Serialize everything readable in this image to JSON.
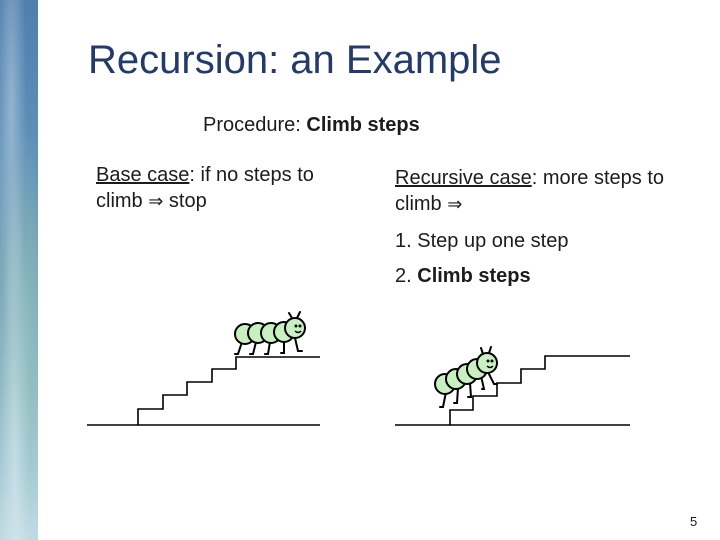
{
  "slide": {
    "title": "Recursion: an Example",
    "procedure": {
      "label": "Procedure: ",
      "name": "Climb steps"
    },
    "base_case": {
      "term": "Base case",
      "text": ": if no steps to climb ",
      "arrow": "⇒",
      "result": " stop"
    },
    "recursive_case": {
      "term": "Recursive case",
      "text": ": more steps to climb ",
      "arrow": "⇒",
      "steps": [
        {
          "number": "1. ",
          "text": "Step up one step"
        },
        {
          "number": "2. ",
          "text": "Climb steps"
        }
      ]
    },
    "page_number": "5"
  },
  "colors": {
    "title": "#243a69",
    "caterpillar_body": "#c8f0c0",
    "outline": "#000000"
  },
  "icons": [
    "caterpillar-top-of-stairs",
    "caterpillar-climbing-stairs",
    "staircase-left",
    "staircase-right"
  ]
}
